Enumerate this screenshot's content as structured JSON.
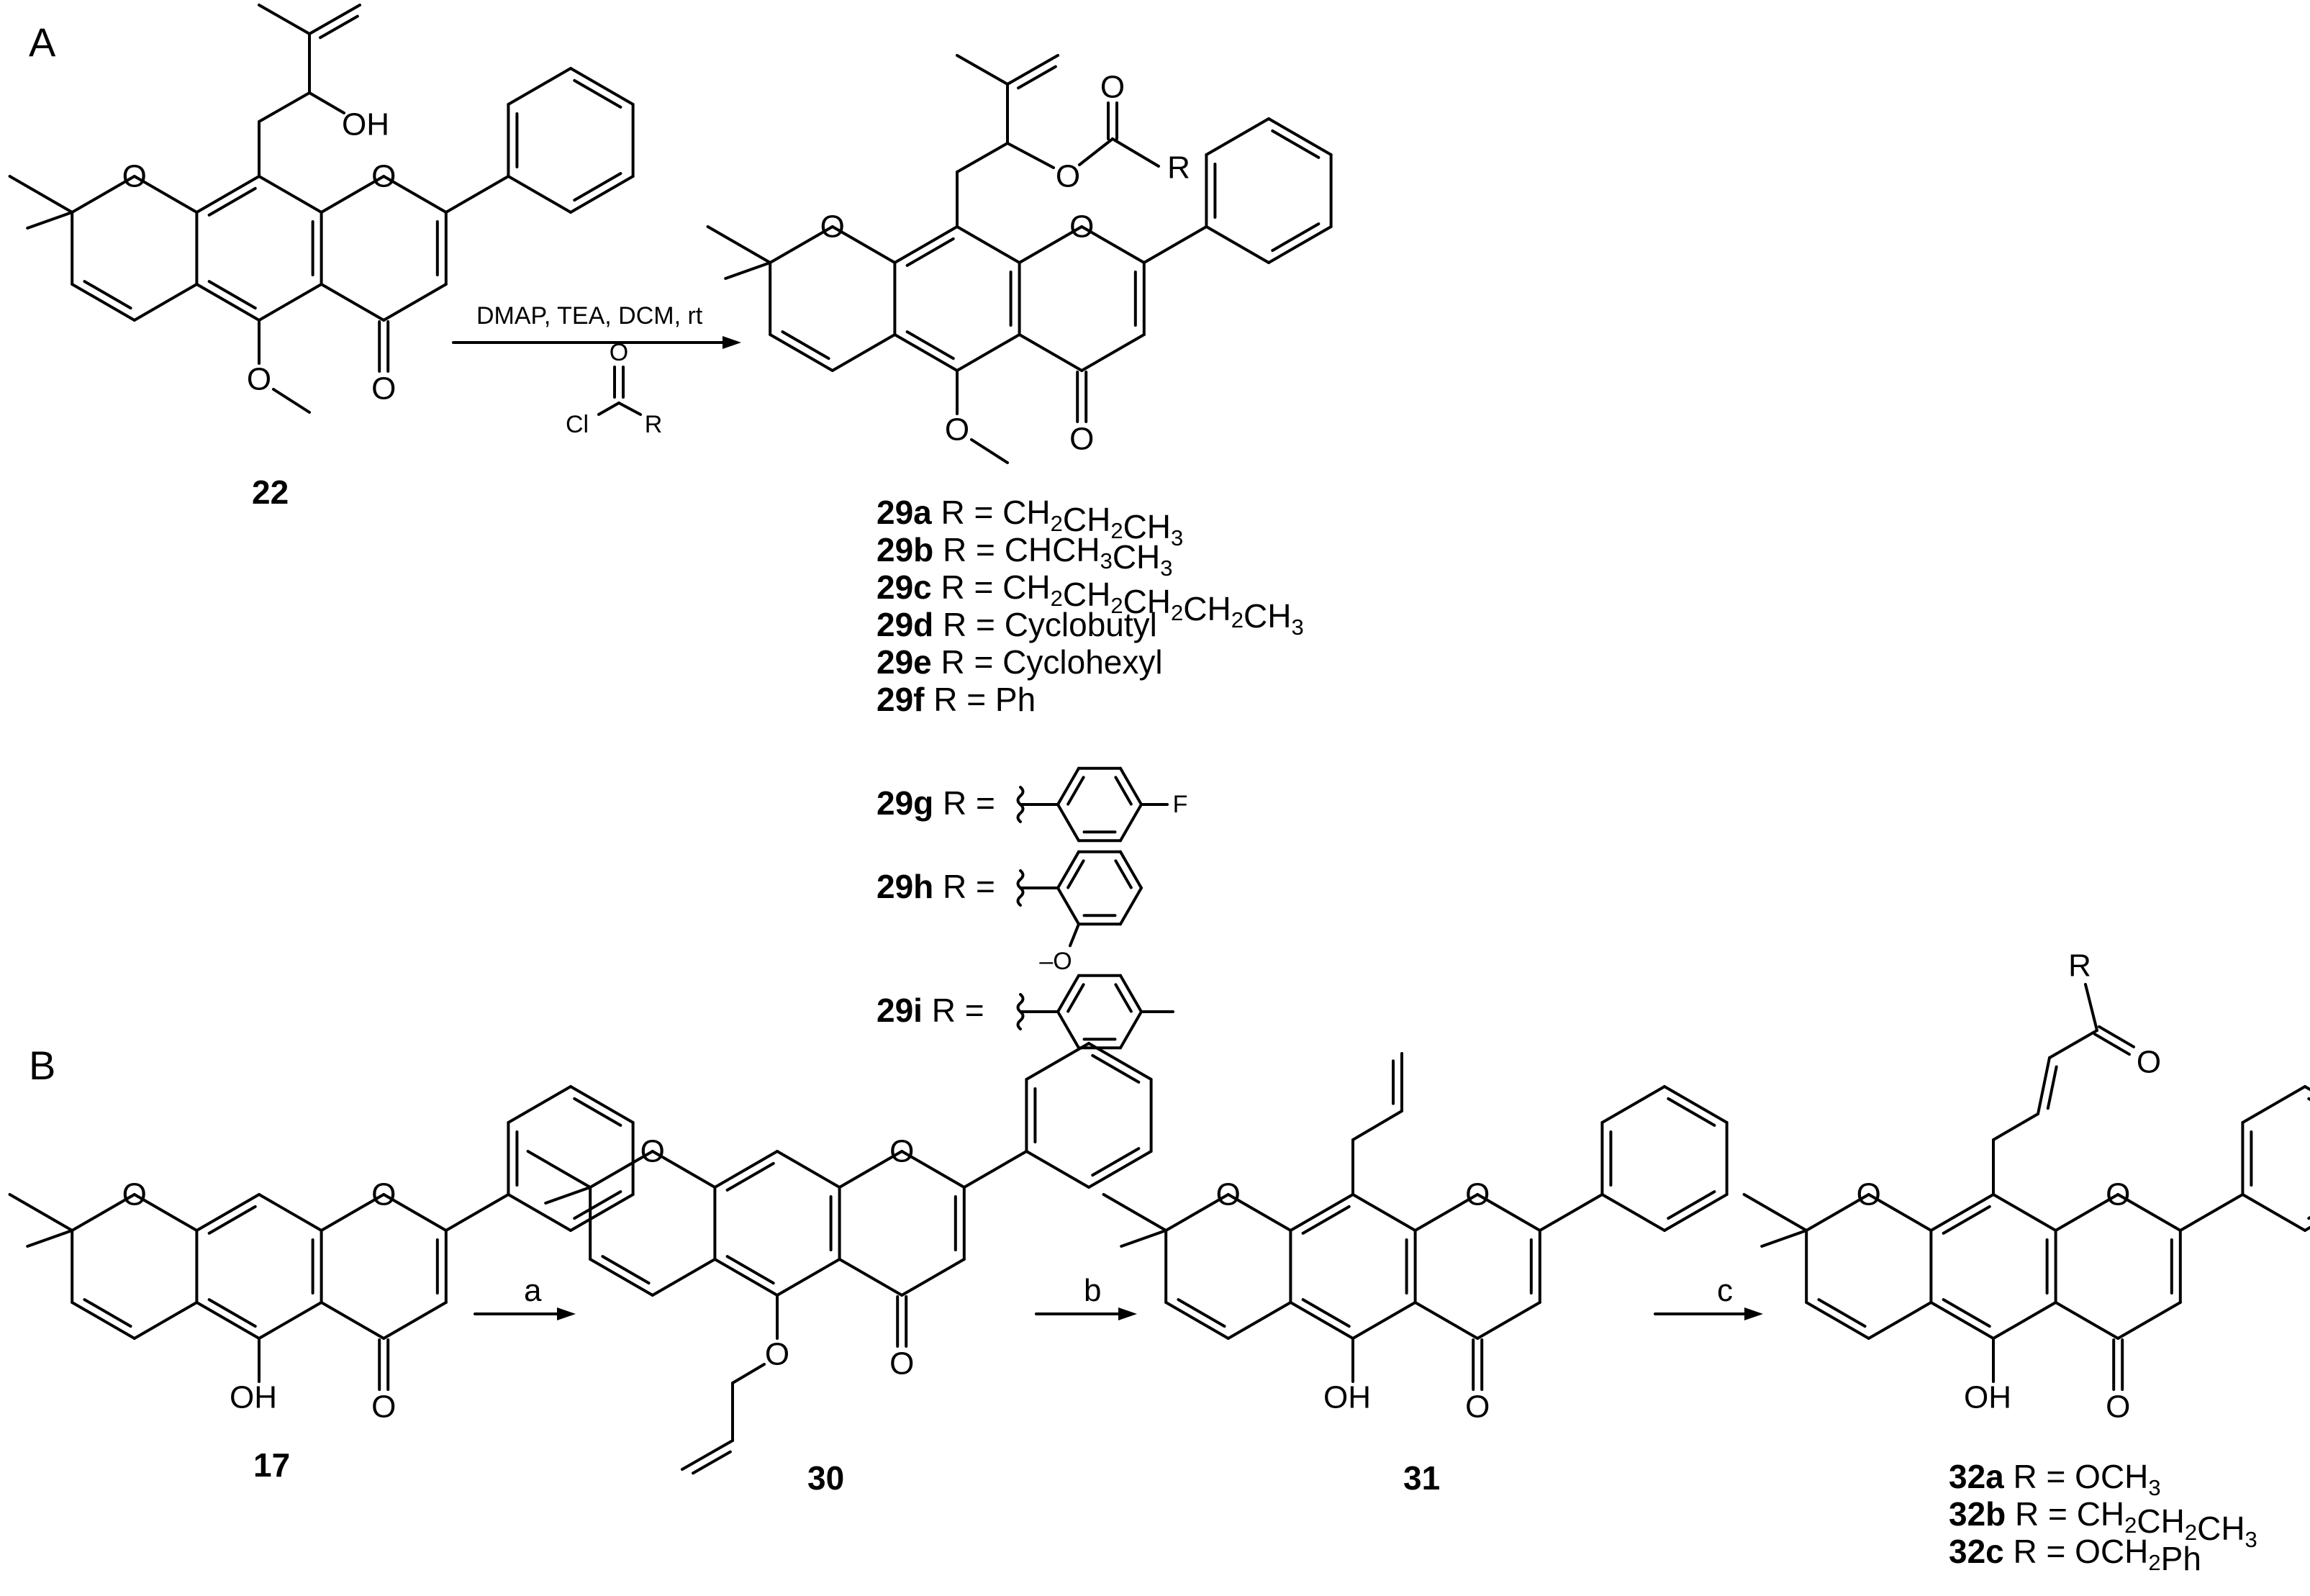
{
  "panels": {
    "a": {
      "label": "A"
    },
    "b": {
      "label": "B"
    }
  },
  "atoms": {
    "O": "O",
    "OH": "OH",
    "R": "R",
    "Cl": "Cl",
    "F": "F",
    "O_minus": "–O"
  },
  "reagents": {
    "a_conditions": "DMAP, TEA, DCM, rt",
    "a_step": "a",
    "b_step": "b",
    "c_step": "c"
  },
  "compounds": {
    "c22": "22",
    "c17": "17",
    "c30": "30",
    "c31": "31"
  },
  "r_list_29": [
    {
      "id": "29a",
      "pre": "R = CH",
      "parts": [
        [
          "2",
          1
        ],
        [
          "CH",
          0
        ],
        [
          "2",
          1
        ],
        [
          "CH",
          0
        ],
        [
          "3",
          1
        ]
      ]
    },
    {
      "id": "29b",
      "pre": "R = CHCH",
      "parts": [
        [
          "3",
          1
        ],
        [
          "CH",
          0
        ],
        [
          "3",
          1
        ]
      ]
    },
    {
      "id": "29c",
      "pre": "R = CH",
      "parts": [
        [
          "2",
          1
        ],
        [
          "CH",
          0
        ],
        [
          "2",
          1
        ],
        [
          "CH",
          0
        ],
        [
          "2",
          1
        ],
        [
          "CH",
          0
        ],
        [
          "2",
          1
        ],
        [
          "CH",
          0
        ],
        [
          "3",
          1
        ]
      ]
    },
    {
      "id": "29d",
      "pre": "R = Cyclobutyl",
      "parts": []
    },
    {
      "id": "29e",
      "pre": "R = Cyclohexyl",
      "parts": []
    },
    {
      "id": "29f",
      "pre": " R = Ph",
      "parts": []
    }
  ],
  "r_list_29_aryl": [
    {
      "id": "29g",
      "pre": "R ="
    },
    {
      "id": "29h",
      "pre": "R ="
    },
    {
      "id": "29i",
      "pre": "R ="
    }
  ],
  "r_list_32": [
    {
      "id": "32a",
      "pre": "R = OCH",
      "parts": [
        [
          "3",
          1
        ]
      ]
    },
    {
      "id": "32b",
      "pre": "R = CH",
      "parts": [
        [
          "2",
          1
        ],
        [
          "CH",
          0
        ],
        [
          "2",
          1
        ],
        [
          "CH",
          0
        ],
        [
          "3",
          1
        ]
      ]
    },
    {
      "id": "32c",
      "pre": "R = OCH",
      "parts": [
        [
          "2",
          1
        ],
        [
          "Ph",
          0
        ]
      ]
    }
  ]
}
